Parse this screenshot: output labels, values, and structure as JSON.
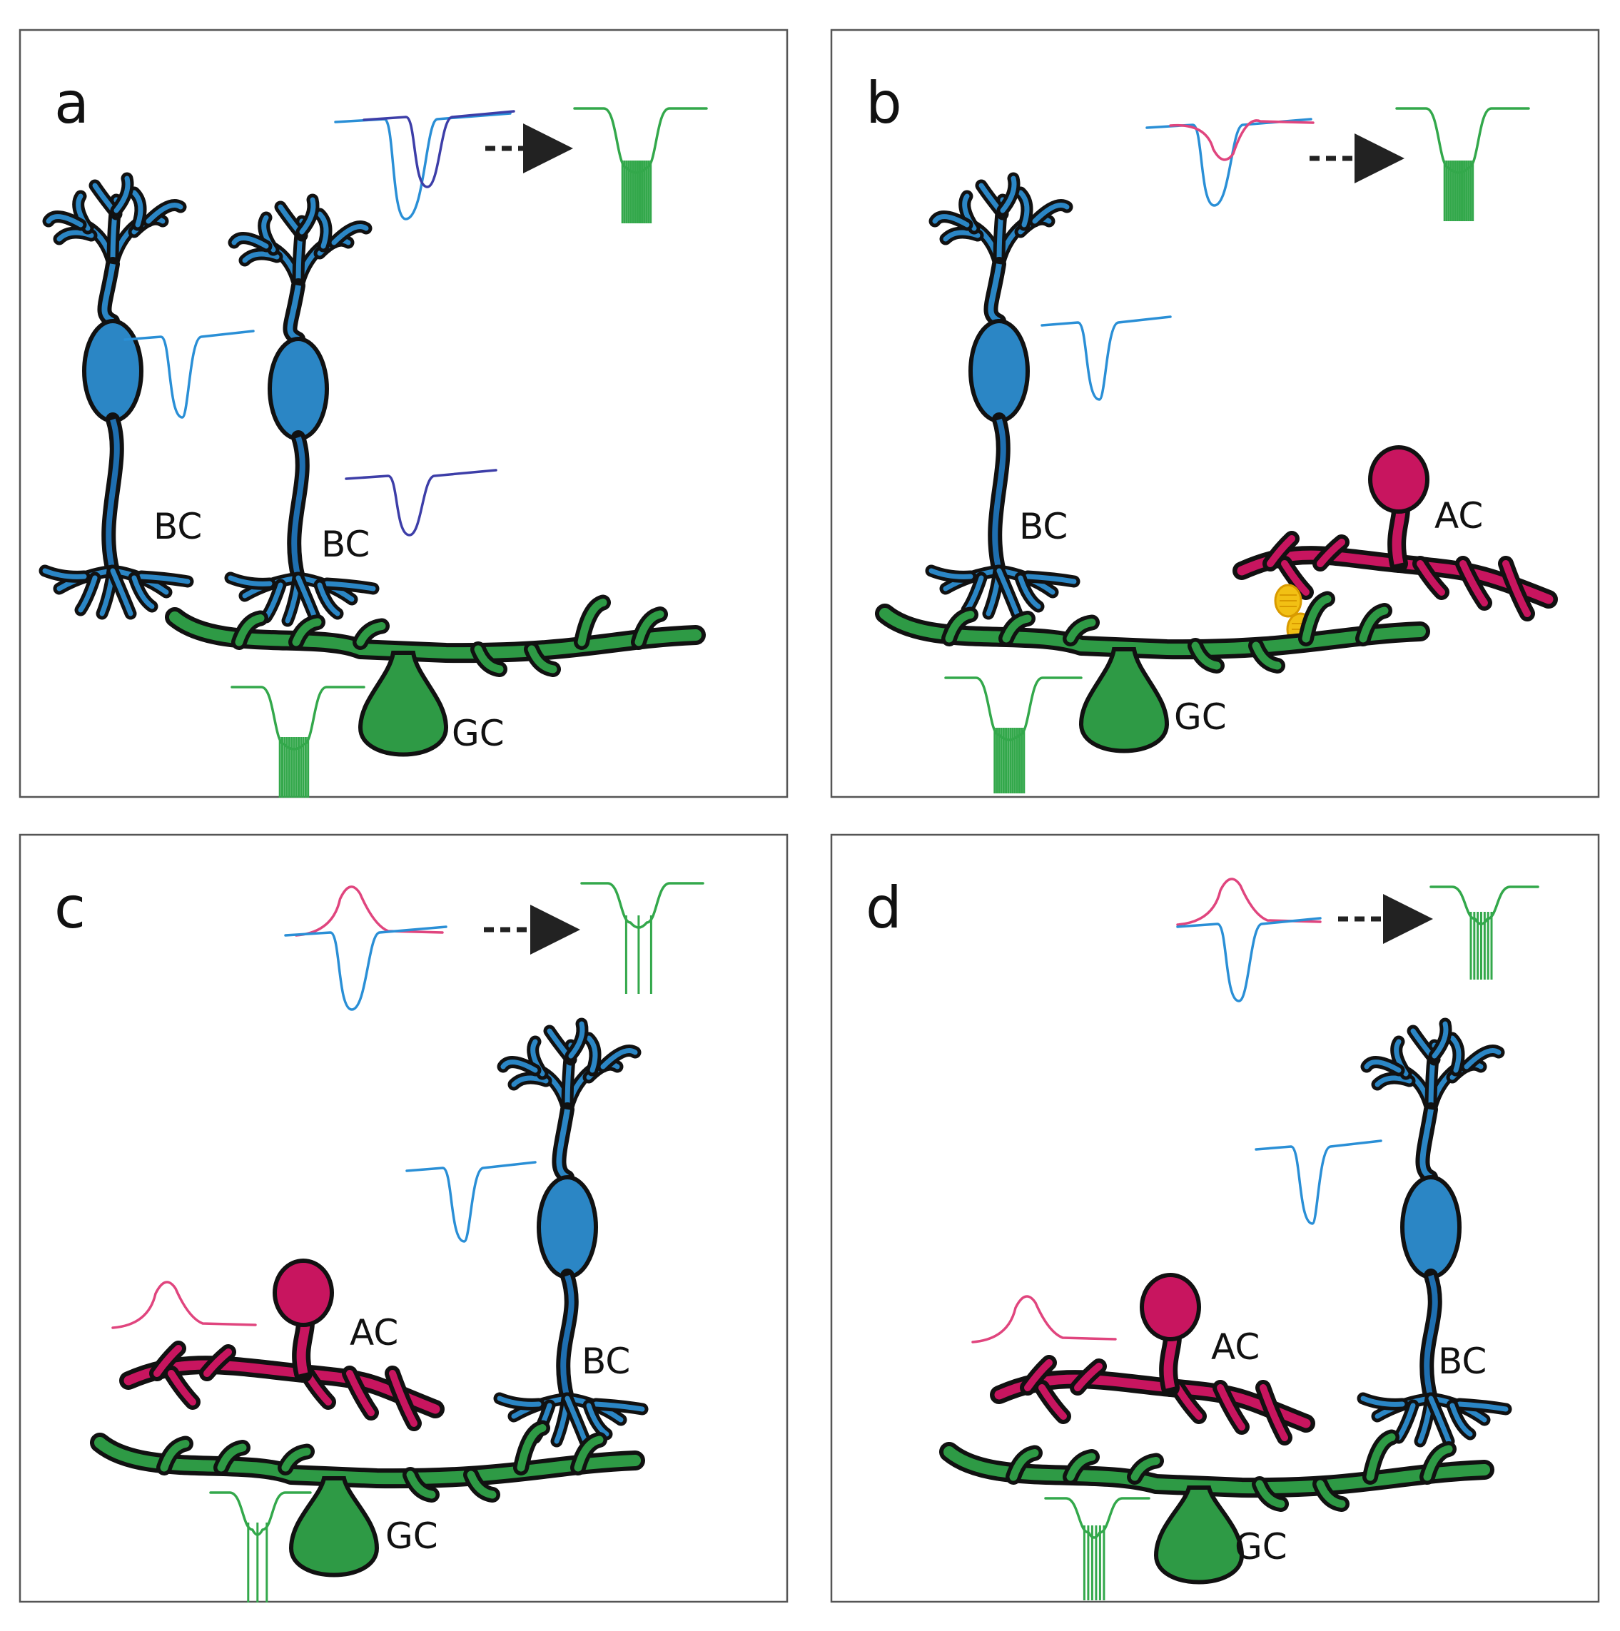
{
  "colors": {
    "bipolar": "#2b86c5",
    "bipolar_dark": "#1f6fb0",
    "bipolar_trace": "#2a8fd6",
    "bipolar_trace_2": "#3d3ea8",
    "amacrine": "#c8155f",
    "amacrine_trace": "#e0457e",
    "ganglion": "#2e9a45",
    "ganglion_trace": "#33a84b",
    "gap_junction": "#f2c014",
    "outline": "#111111",
    "arrow": "#222222"
  },
  "panels": [
    {
      "letter": "a",
      "labels": {
        "bc1": "BC",
        "bc2": "BC",
        "gc": "GC"
      }
    },
    {
      "letter": "b",
      "labels": {
        "bc": "BC",
        "ac": "AC",
        "gc": "GC"
      }
    },
    {
      "letter": "c",
      "labels": {
        "ac": "AC",
        "bc": "BC",
        "gc": "GC"
      }
    },
    {
      "letter": "d",
      "labels": {
        "ac": "AC",
        "bc": "BC",
        "gc": "GC"
      }
    }
  ]
}
